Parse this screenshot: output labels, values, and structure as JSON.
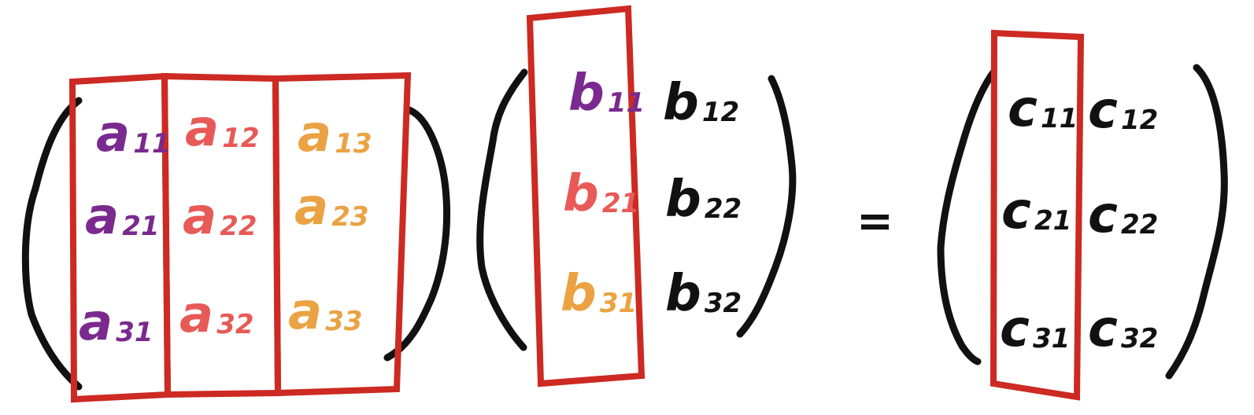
{
  "colors": {
    "ink": "#111111",
    "highlight": "#cc2a22",
    "col1": "#7a2a8e",
    "col2": "#e85a57",
    "col3": "#eba242"
  },
  "matrix_a": {
    "letter": "a",
    "entries": [
      {
        "letter": "a",
        "sub": "11",
        "color": "#7a2a8e"
      },
      {
        "letter": "a",
        "sub": "12",
        "color": "#e85a57"
      },
      {
        "letter": "a",
        "sub": "13",
        "color": "#eba242"
      },
      {
        "letter": "a",
        "sub": "21",
        "color": "#7a2a8e"
      },
      {
        "letter": "a",
        "sub": "22",
        "color": "#e85a57"
      },
      {
        "letter": "a",
        "sub": "23",
        "color": "#eba242"
      },
      {
        "letter": "a",
        "sub": "31",
        "color": "#7a2a8e"
      },
      {
        "letter": "a",
        "sub": "32",
        "color": "#e85a57"
      },
      {
        "letter": "a",
        "sub": "33",
        "color": "#eba242"
      }
    ]
  },
  "matrix_b": {
    "entries": [
      {
        "letter": "b",
        "sub": "11",
        "color": "#7a2a8e"
      },
      {
        "letter": "b",
        "sub": "12",
        "color": "#111111"
      },
      {
        "letter": "b",
        "sub": "21",
        "color": "#e85a57"
      },
      {
        "letter": "b",
        "sub": "22",
        "color": "#111111"
      },
      {
        "letter": "b",
        "sub": "31",
        "color": "#eba242"
      },
      {
        "letter": "b",
        "sub": "32",
        "color": "#111111"
      }
    ]
  },
  "equals_sign": "=",
  "matrix_c": {
    "entries": [
      {
        "letter": "c",
        "sub": "11",
        "color": "#111111"
      },
      {
        "letter": "c",
        "sub": "12",
        "color": "#111111"
      },
      {
        "letter": "c",
        "sub": "21",
        "color": "#111111"
      },
      {
        "letter": "c",
        "sub": "22",
        "color": "#111111"
      },
      {
        "letter": "c",
        "sub": "31",
        "color": "#111111"
      },
      {
        "letter": "c",
        "sub": "32",
        "color": "#111111"
      }
    ]
  }
}
